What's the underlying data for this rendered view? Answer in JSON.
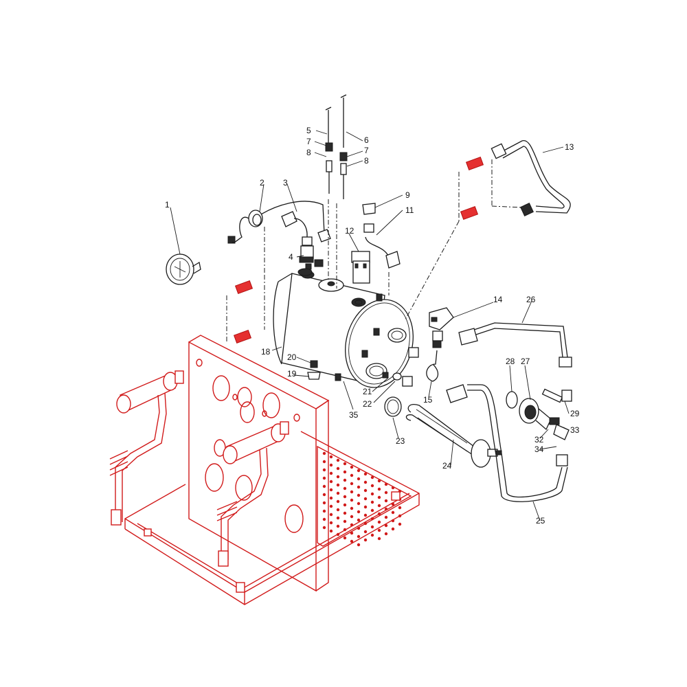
{
  "diagram": {
    "accent_color": "#d11a1a",
    "line_color": "#1a1a1a",
    "callouts": [
      {
        "id": "1",
        "text": "1"
      },
      {
        "id": "2",
        "text": "2"
      },
      {
        "id": "3",
        "text": "3"
      },
      {
        "id": "4",
        "text": "4"
      },
      {
        "id": "5",
        "text": "5"
      },
      {
        "id": "6",
        "text": "6"
      },
      {
        "id": "7a",
        "text": "7"
      },
      {
        "id": "7b",
        "text": "7"
      },
      {
        "id": "8a",
        "text": "8"
      },
      {
        "id": "8b",
        "text": "8"
      },
      {
        "id": "9",
        "text": "9"
      },
      {
        "id": "11",
        "text": "11"
      },
      {
        "id": "12",
        "text": "12"
      },
      {
        "id": "13",
        "text": "13"
      },
      {
        "id": "14",
        "text": "14"
      },
      {
        "id": "15",
        "text": "15"
      },
      {
        "id": "18",
        "text": "18"
      },
      {
        "id": "19",
        "text": "19"
      },
      {
        "id": "20",
        "text": "20"
      },
      {
        "id": "21",
        "text": "21"
      },
      {
        "id": "22",
        "text": "22"
      },
      {
        "id": "23",
        "text": "23"
      },
      {
        "id": "24",
        "text": "24"
      },
      {
        "id": "25",
        "text": "25"
      },
      {
        "id": "26",
        "text": "26"
      },
      {
        "id": "27",
        "text": "27"
      },
      {
        "id": "28",
        "text": "28"
      },
      {
        "id": "29",
        "text": "29"
      },
      {
        "id": "32",
        "text": "32"
      },
      {
        "id": "33",
        "text": "33"
      },
      {
        "id": "34",
        "text": "34"
      },
      {
        "id": "35",
        "text": "35"
      }
    ]
  }
}
